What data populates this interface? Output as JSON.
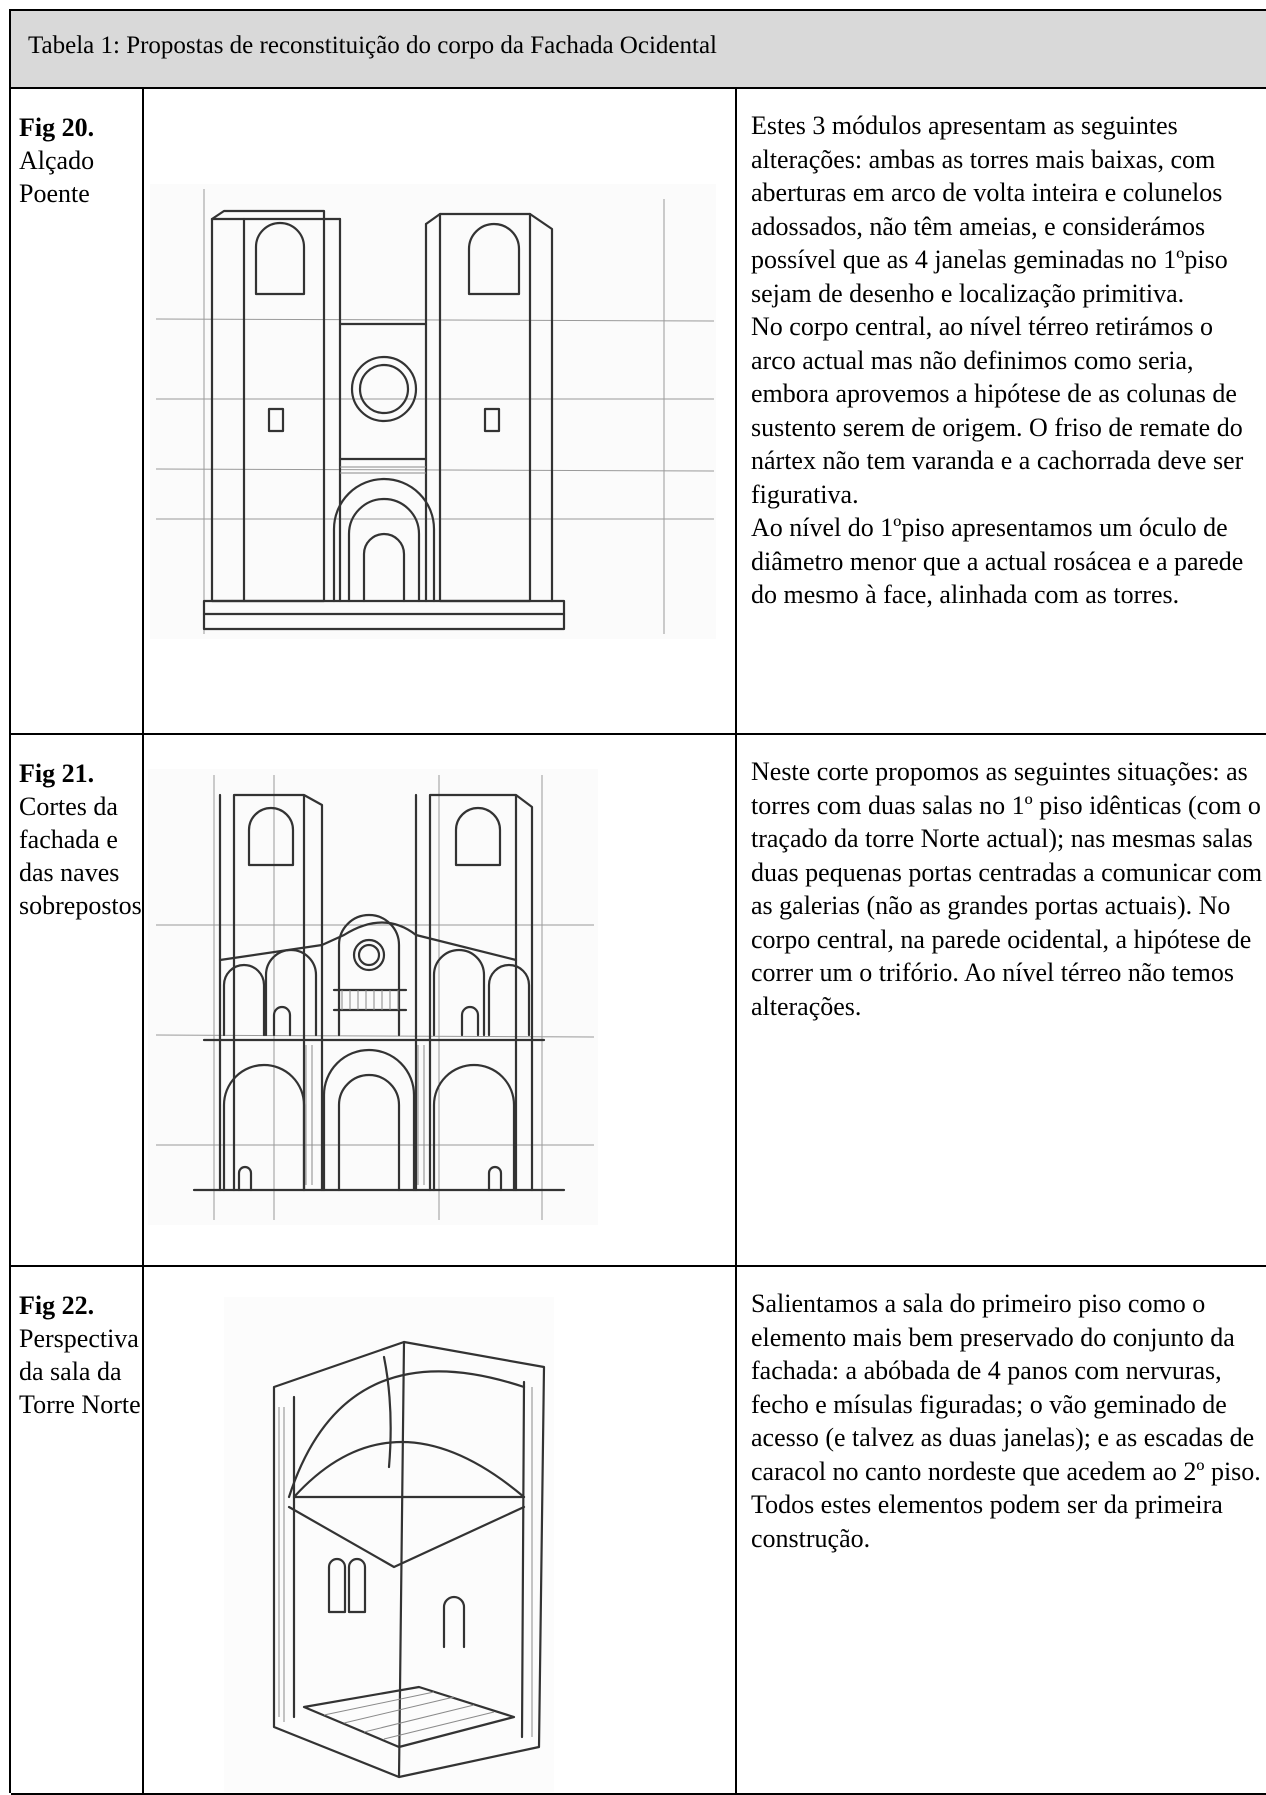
{
  "table": {
    "caption": "Tabela 1: Propostas de reconstituição do corpo da Fachada Ocidental",
    "rows": [
      {
        "fig": "Fig 20.",
        "label": "Alçado Poente",
        "drawing_icon": "sketch-alcado-poente",
        "paragraphs": [
          "Estes 3 módulos apresentam as seguintes alterações: ambas as torres mais baixas, com aberturas em arco de volta inteira e colunelos adossados, não têm ameias, e considerámos possível que as 4 janelas geminadas no 1ºpiso sejam de desenho e localização primitiva.",
          "No corpo central, ao nível térreo retirámos o arco actual mas não definimos como seria, embora aprovemos a hipótese de as colunas de sustento serem de origem. O friso de remate do nártex não tem varanda e a cachorrada deve ser figurativa.",
          "Ao nível do 1ºpiso apresentamos um óculo de diâmetro menor que a actual rosácea e a parede do mesmo à face, alinhada com as torres."
        ]
      },
      {
        "fig": "Fig 21.",
        "label": "Cortes da fachada e das naves sobrepostos",
        "drawing_icon": "sketch-cortes-fachada",
        "paragraphs": [
          "Neste corte propomos as seguintes situações: as torres com duas salas no 1º piso idênticas (com o traçado da torre Norte actual); nas mesmas salas duas pequenas portas centradas a comunicar com as galerias (não as grandes portas actuais). No corpo central, na parede ocidental, a hipótese de correr um o trifório. Ao nível térreo não temos alterações."
        ]
      },
      {
        "fig": "Fig 22.",
        "label": "Perspectiva da sala da Torre Norte",
        "drawing_icon": "sketch-perspectiva-sala",
        "paragraphs": [
          "Salientamos a sala do primeiro piso como o elemento mais bem preservado do conjunto da fachada: a abóbada de 4 panos com nervuras, fecho e mísulas figuradas; o vão geminado de acesso (e talvez as duas janelas); e as escadas de caracol no canto nordeste que acedem ao 2º piso. Todos estes elementos podem ser da primeira construção."
        ]
      }
    ]
  }
}
